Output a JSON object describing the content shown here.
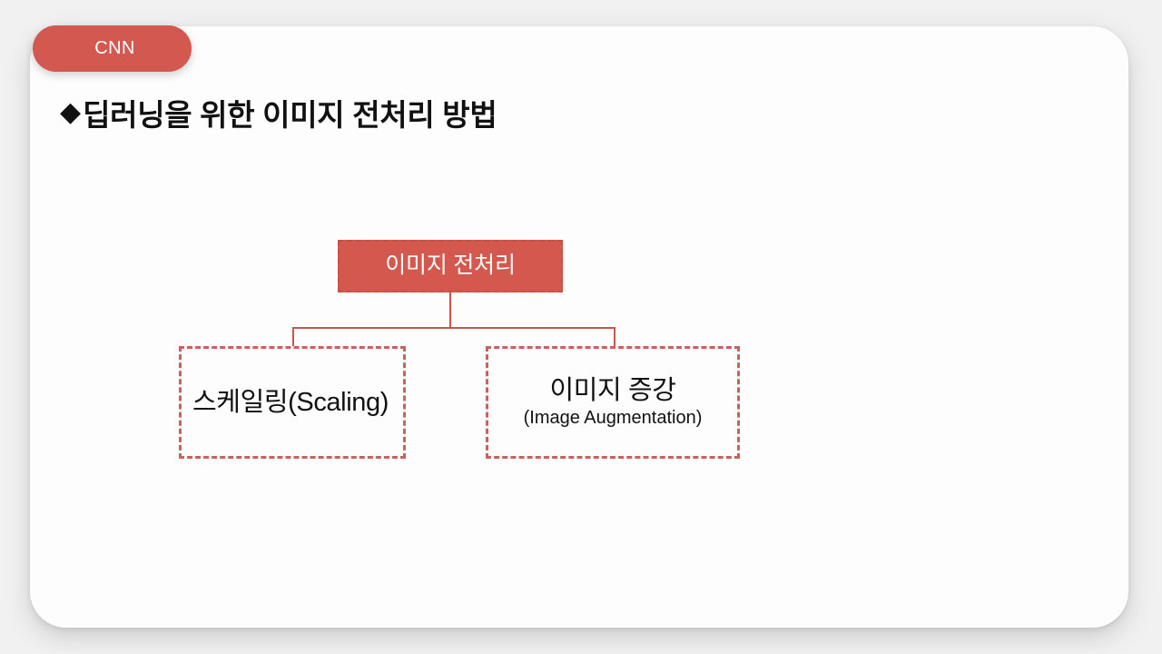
{
  "slide": {
    "section_tab_label": "CNN",
    "title_bullet": "◆",
    "title": "딥러닝을 위한 이미지 전처리 방법",
    "accent_color": "#d35850",
    "card_color": "#fdfdfd",
    "background_color": "#f1f1f1"
  },
  "diagram": {
    "type": "tree",
    "root": {
      "label": "이미지 전처리",
      "fill": "#d5584f",
      "text_color": "#ffffff",
      "border_style": "dashed"
    },
    "children": [
      {
        "label": "스케일링(Scaling)",
        "sublabel": "",
        "fill": "transparent",
        "text_color": "#111111",
        "border_style": "dashed",
        "border_color": "#c2645f"
      },
      {
        "label": "이미지 증강",
        "sublabel": "(Image Augmentation)",
        "fill": "transparent",
        "text_color": "#111111",
        "border_style": "dashed",
        "border_color": "#c2645f"
      }
    ],
    "connector_color": "#c9564d"
  }
}
